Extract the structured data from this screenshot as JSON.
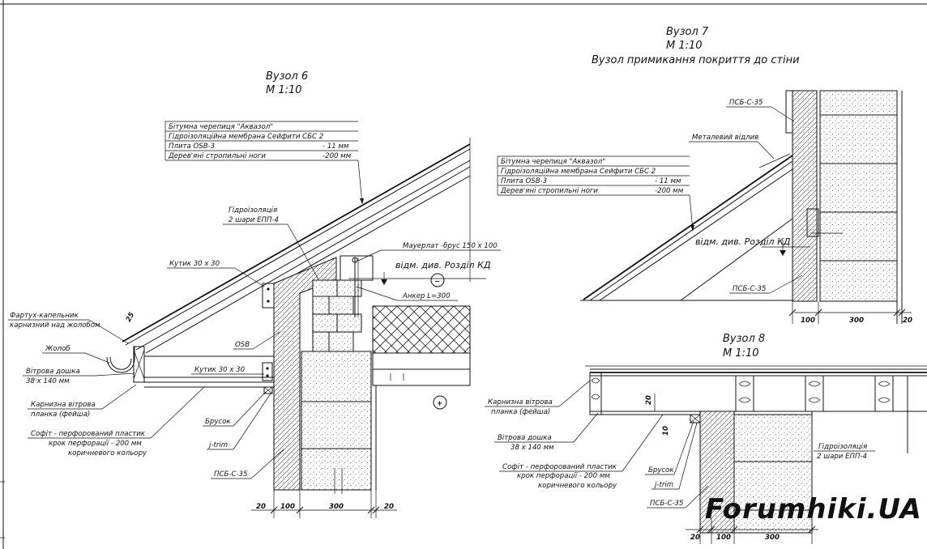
{
  "node6": {
    "title": "Вузол 6",
    "scale": "М 1:10",
    "spec": [
      {
        "text": "Бітумна черепиця \"Аквазол\"",
        "value": ""
      },
      {
        "text": "Гідроізоляційна мембрана Сейфити СБС 2",
        "value": ""
      },
      {
        "text": "Плита OSB-3",
        "value": "- 11 мм"
      },
      {
        "text": "Дерев'яні стропильні ноги",
        "value": "-200 мм"
      }
    ],
    "labels": {
      "waterproof_1": "Гідроізоляція",
      "waterproof_2": "2 шари ЕПП-4",
      "mauerlat": "Мауерлат -брус 150 x 100",
      "ref": "відм. див. Розділ КД",
      "angle_top": "Кутик 30 x 30",
      "anchor": "Анкер L=300",
      "apron_1": "Фартух-капельник",
      "apron_2": "карнизний над жолобом",
      "gutter": "Жолоб",
      "osb": "OSB",
      "angle_bottom": "Кутик 30 x 30",
      "wind_board_1": "Вітрова дошка",
      "wind_board_2": "38 x 140 мм",
      "eave_plank_1": "Карнизна вітрова",
      "eave_plank_2": "планка (фейша)",
      "soffit_1": "Софіт - перфорований пластик",
      "soffit_2": "крок перфорації - 200 мм",
      "soffit_3": "коричневого кольору",
      "batten": "Брусок",
      "jtrim": "j-trim",
      "psb": "ПСБ-С-35",
      "overhang": "25"
    },
    "dims": [
      "20",
      "100",
      "300",
      "20"
    ],
    "minus": "−",
    "plus": "+"
  },
  "node7": {
    "title": "Вузол 7",
    "scale": "М 1:10",
    "subtitle": "Вузол примикання покриття до стіни",
    "spec": [
      {
        "text": "Бітумна черепиця \"Аквазол\"",
        "value": ""
      },
      {
        "text": "Гідроізоляційна мембрана Сейфити СБС 2",
        "value": ""
      },
      {
        "text": "Плита OSB-3",
        "value": "- 11 мм"
      },
      {
        "text": "Дерев'яні стропильні ноги",
        "value": "-200 мм"
      }
    ],
    "labels": {
      "psb_top": "ПСБ-С-35",
      "metal_flashing": "Металевий відлив",
      "ref": "відм. див. Розділ КД",
      "psb_bottom": "ПСБ-С-35"
    },
    "dims": [
      "100",
      "300",
      "20"
    ]
  },
  "node8": {
    "title": "Вузол 8",
    "scale": "М 1:10",
    "labels": {
      "eave_plank_1": "Карнизна вітрова",
      "eave_plank_2": "планка (фейша)",
      "wind_board_1": "Вітрова дошка",
      "wind_board_2": "38 x 140 мм",
      "soffit_1": "Софіт - перфорований пластик",
      "soffit_2": "крок перфорації - 200 мм",
      "soffit_3": "коричневого кольору",
      "batten": "Брусок",
      "jtrim": "j-trim",
      "psb": "ПСБ-С-35",
      "waterproof_1": "Гідроізоляція",
      "waterproof_2": "2 шари ЕПП-4",
      "gap_20": "20",
      "gap_10": "10"
    },
    "dims": [
      "20",
      "100",
      "300"
    ]
  },
  "watermark": "Forumhiki.UA"
}
